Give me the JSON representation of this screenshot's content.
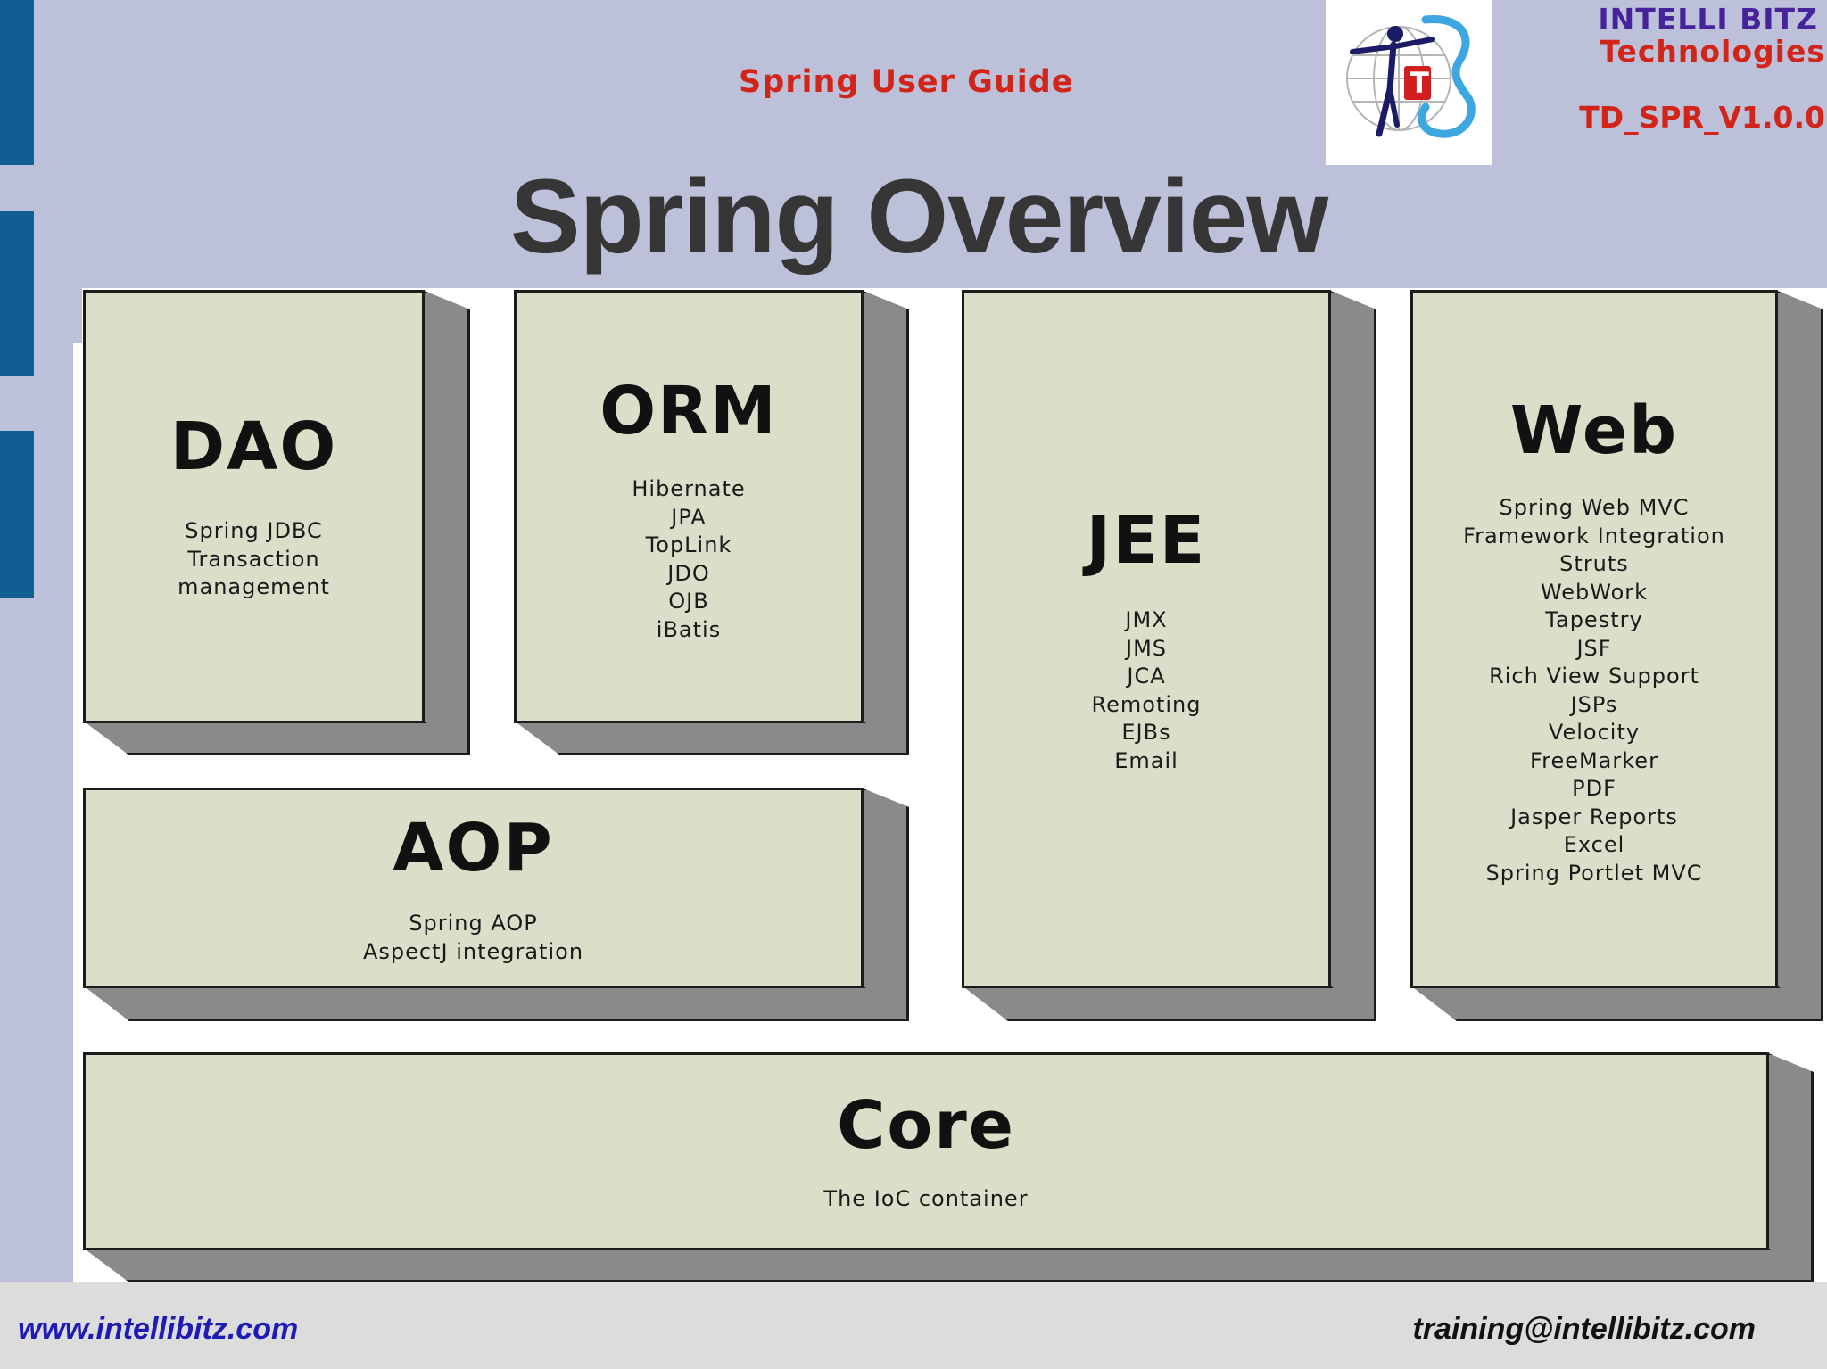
{
  "header": {
    "subtitle": "Spring User Guide",
    "company_line1": "INTELLI BITZ",
    "company_line2": "Technologies",
    "doc_code": "TD_SPR_V1.0.0",
    "logo_letter": "T"
  },
  "title": "Spring Overview",
  "modules": {
    "dao": {
      "title": "DAO",
      "items": [
        "Spring JDBC",
        "Transaction",
        "management"
      ]
    },
    "orm": {
      "title": "ORM",
      "items": [
        "Hibernate",
        "JPA",
        "TopLink",
        "JDO",
        "OJB",
        "iBatis"
      ]
    },
    "jee": {
      "title": "JEE",
      "items": [
        "JMX",
        "JMS",
        "JCA",
        "Remoting",
        "EJBs",
        "Email"
      ]
    },
    "web": {
      "title": "Web",
      "items": [
        "Spring Web MVC",
        "Framework Integration",
        "Struts",
        "WebWork",
        "Tapestry",
        "JSF",
        "Rich View Support",
        "JSPs",
        "Velocity",
        "FreeMarker",
        "PDF",
        "Jasper Reports",
        "Excel",
        "Spring Portlet MVC"
      ]
    },
    "aop": {
      "title": "AOP",
      "items": [
        "Spring AOP",
        "AspectJ integration"
      ]
    },
    "core": {
      "title": "Core",
      "items": [
        "The IoC container"
      ]
    }
  },
  "footer": {
    "website": "www.intellibitz.com",
    "email": "training@intellibitz.com"
  },
  "colors": {
    "background": "#bcc0d9",
    "side_bar": "#125d93",
    "subtitle": "#d2251a",
    "company": "#46239b",
    "doc_code": "#d2251a",
    "module_face": "#dbdfc9",
    "module_shade": "#8a8a8a",
    "footer_website": "#1f1bb5",
    "footer_email": "#111111"
  },
  "icons": [
    "globe-logo-icon",
    "person-logo-icon"
  ]
}
